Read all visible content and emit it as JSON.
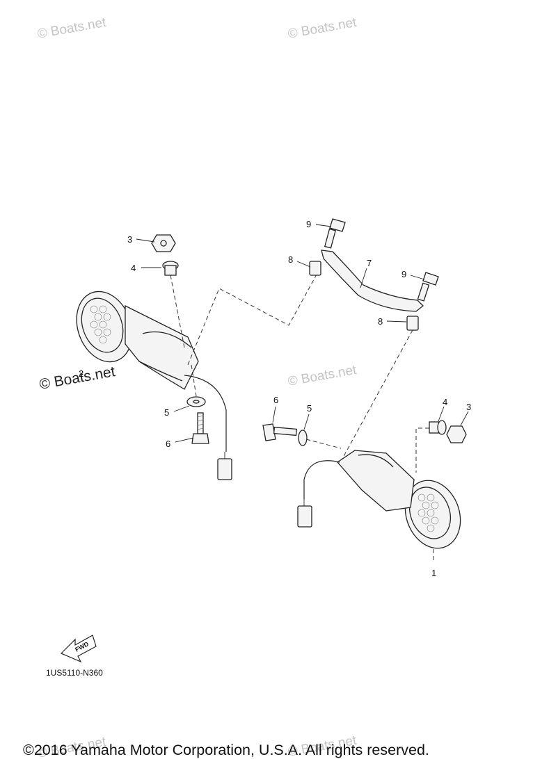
{
  "watermarks": {
    "top_left": "© Boats.net",
    "top_right": "© Boats.net",
    "middle_left": "© Boats.net",
    "middle_right": "© Boats.net",
    "bottom_left": "© Boats.net",
    "bottom_right": "© Boats.net"
  },
  "callouts": {
    "left_3": "3",
    "left_4": "4",
    "left_5": "5",
    "left_6": "6",
    "right_3": "3",
    "right_4": "4",
    "right_5": "5",
    "right_6": "6",
    "stay_7": "7",
    "upper_8": "8",
    "lower_8": "8",
    "upper_9": "9",
    "lower_9": "9",
    "right_1": "1",
    "left_2": "2"
  },
  "fwd_label": "FWD",
  "diagram_code": "1US5110-N360",
  "copyright": "©2016 Yamaha Motor Corporation, U.S.A. All rights reserved."
}
